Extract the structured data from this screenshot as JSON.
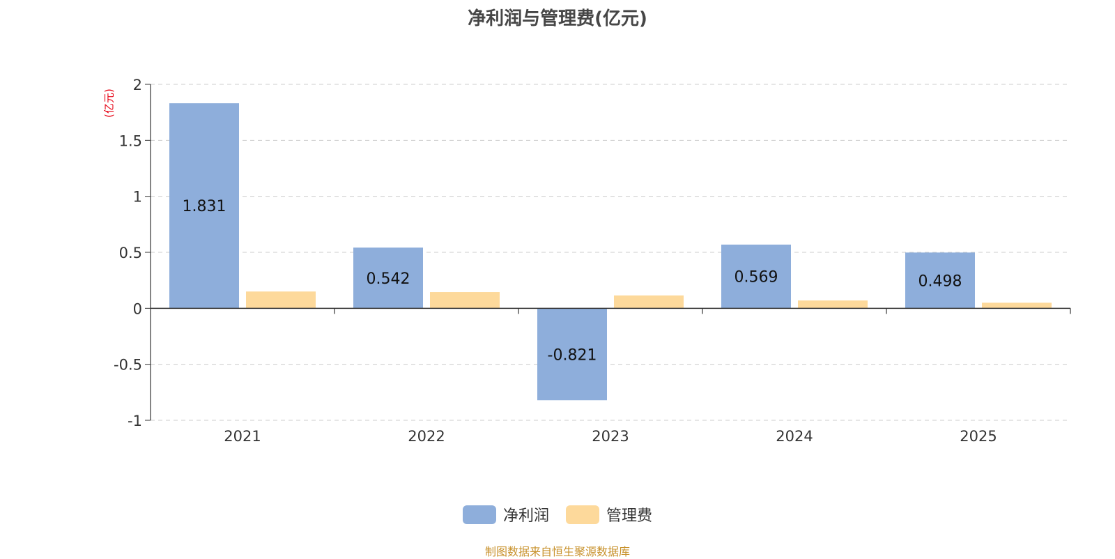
{
  "chart_data": {
    "type": "bar",
    "title": "净利润与管理费(亿元)",
    "ylabel": "(亿元)",
    "categories": [
      "2021",
      "2022",
      "2023",
      "2024",
      "2025"
    ],
    "series": [
      {
        "name": "净利润",
        "values": [
          1.831,
          0.542,
          -0.821,
          0.569,
          0.498
        ],
        "color": "#8eaedb",
        "labels": [
          "1.831",
          "0.542",
          "-0.821",
          "0.569",
          "0.498"
        ]
      },
      {
        "name": "管理费",
        "values": [
          0.15,
          0.145,
          0.115,
          0.07,
          0.05
        ],
        "color": "#fdd99b"
      }
    ],
    "ylim": [
      -1,
      2
    ],
    "yticks": [
      "2",
      "1.5",
      "1",
      "0.5",
      "0",
      "-0.5",
      "-1"
    ],
    "grid": true,
    "legend_position": "bottom"
  },
  "source": "制图数据来自恒生聚源数据库"
}
